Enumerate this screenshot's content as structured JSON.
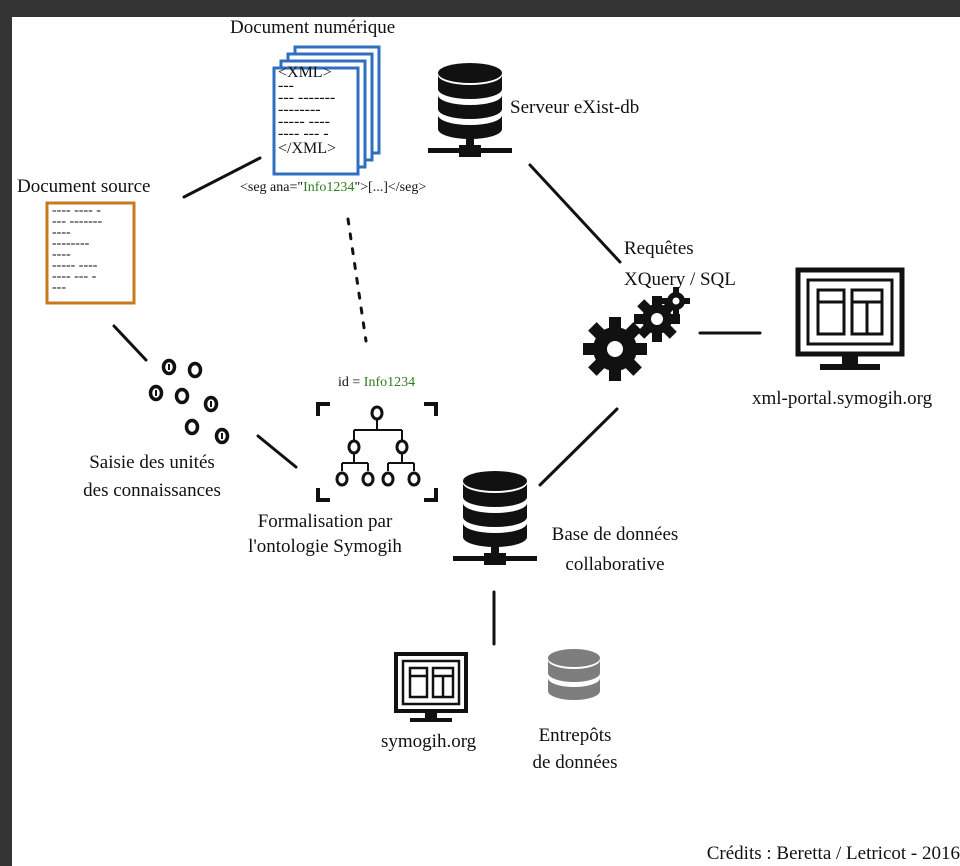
{
  "digital_doc": {
    "title": "Document numérique",
    "lines": [
      "<XML>",
      "---",
      "--- -------",
      "--------",
      "----- ----",
      "---- --- -",
      "</XML>"
    ]
  },
  "seg_tag": {
    "prefix": "<seg ana=\"",
    "id": "Info1234",
    "suffix": "\">[...]</seg>"
  },
  "source_doc": {
    "title": "Document source",
    "lines": [
      "---- ---- -",
      "--- -------",
      "----",
      "--------",
      "----",
      "----- ----",
      "---- --- -",
      "---"
    ]
  },
  "exist_server": {
    "label": "Serveur eXist-db"
  },
  "queries": {
    "line1": "Requêtes",
    "line2": "XQuery / SQL"
  },
  "portal": {
    "label": "xml-portal.symogih.org"
  },
  "knowledge_units": {
    "line1": "Saisie des unités",
    "line2": "des connaissances"
  },
  "ontology": {
    "id_prefix": "id = ",
    "id_value": "Info1234",
    "line1": "Formalisation par",
    "line2": "l'ontologie Symogih"
  },
  "database": {
    "line1": "Base de données",
    "line2": "collaborative"
  },
  "symogih_site": {
    "label": "symogih.org"
  },
  "warehouses": {
    "line1": "Entrepôts",
    "line2": "de données"
  },
  "credits": "Crédits : Beretta / Letricot - 2016",
  "colors": {
    "background": "#333333",
    "canvas": "#ffffff",
    "digital_doc_border": "#2f6fc0",
    "source_doc_border": "#c8781e",
    "ink": "#111111",
    "id_green": "#2e7d1f",
    "warehouse_gray": "#7d7d7d"
  }
}
